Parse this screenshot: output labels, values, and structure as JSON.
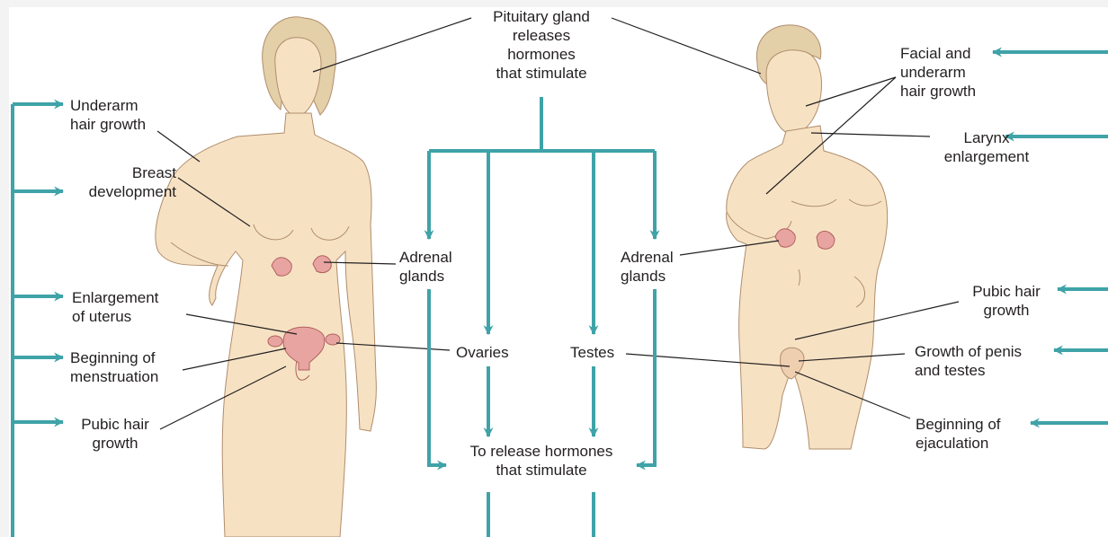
{
  "colors": {
    "flow_arrow": "#3fa3a8",
    "leader_line": "#231f20",
    "skin": "#f6e2c3",
    "skin_outline": "#b08d6c",
    "hair": "#e3cfa8",
    "organ": "#e8a4a0"
  },
  "labels": {
    "pituitary": "Pituitary gland\nreleases\nhormones\nthat stimulate",
    "release": "To release hormones\nthat stimulate",
    "adrenal_left": "Adrenal\nglands",
    "adrenal_right": "Adrenal\nglands",
    "ovaries": "Ovaries",
    "testes": "Testes",
    "female": {
      "underarm": "Underarm\nhair growth",
      "breast": "Breast\ndevelopment",
      "uterus": "Enlargement\nof uterus",
      "menstruation": "Beginning of\nmenstruation",
      "pubic": "Pubic hair\ngrowth"
    },
    "male": {
      "facial": "Facial and\nunderarm\nhair growth",
      "larynx": "Larynx\nenlargement",
      "pubic": "Pubic hair\ngrowth",
      "penis": "Growth of penis\nand testes",
      "ejaculation": "Beginning of\nejaculation"
    }
  },
  "icons": {
    "female_figure": "female-body-illustration",
    "male_figure": "male-body-illustration"
  }
}
